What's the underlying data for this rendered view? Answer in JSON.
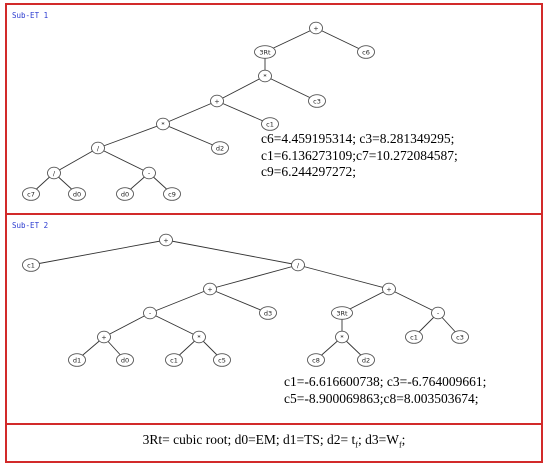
{
  "panel1": {
    "title": "Sub-ET 1",
    "nodes": [
      {
        "id": "a1",
        "label": "+"
      },
      {
        "id": "a2",
        "label": "3Rt"
      },
      {
        "id": "a3",
        "label": "c6"
      },
      {
        "id": "a4",
        "label": "*"
      },
      {
        "id": "a5",
        "label": "+"
      },
      {
        "id": "a6",
        "label": "c3"
      },
      {
        "id": "a7",
        "label": "*"
      },
      {
        "id": "a8",
        "label": "c1"
      },
      {
        "id": "a9",
        "label": "/"
      },
      {
        "id": "a10",
        "label": "d2"
      },
      {
        "id": "a11",
        "label": "/"
      },
      {
        "id": "a12",
        "label": "-"
      },
      {
        "id": "a13",
        "label": "c7"
      },
      {
        "id": "a14",
        "label": "d0"
      },
      {
        "id": "a15",
        "label": "d0"
      },
      {
        "id": "a16",
        "label": "c9"
      }
    ],
    "edges": [
      [
        "a1",
        "a2"
      ],
      [
        "a1",
        "a3"
      ],
      [
        "a2",
        "a4"
      ],
      [
        "a4",
        "a5"
      ],
      [
        "a4",
        "a6"
      ],
      [
        "a5",
        "a7"
      ],
      [
        "a5",
        "a8"
      ],
      [
        "a7",
        "a9"
      ],
      [
        "a7",
        "a10"
      ],
      [
        "a9",
        "a11"
      ],
      [
        "a9",
        "a12"
      ],
      [
        "a11",
        "a13"
      ],
      [
        "a11",
        "a14"
      ],
      [
        "a12",
        "a15"
      ],
      [
        "a12",
        "a16"
      ]
    ],
    "constants": [
      "c6=4.459195314; c3=8.281349295;",
      "c1=6.136273109;c7=10.272084587;",
      "c9=6.244297272;"
    ]
  },
  "panel2": {
    "title": "Sub-ET 2",
    "nodes": [
      {
        "id": "b1",
        "label": "+"
      },
      {
        "id": "b2",
        "label": "c1"
      },
      {
        "id": "b3",
        "label": "/"
      },
      {
        "id": "b4",
        "label": "+"
      },
      {
        "id": "b5",
        "label": "+"
      },
      {
        "id": "b6",
        "label": "-"
      },
      {
        "id": "b7",
        "label": "d3"
      },
      {
        "id": "b8",
        "label": "3Rt"
      },
      {
        "id": "b9",
        "label": "-"
      },
      {
        "id": "b10",
        "label": "+"
      },
      {
        "id": "b11",
        "label": "*"
      },
      {
        "id": "b12",
        "label": "*"
      },
      {
        "id": "b13",
        "label": "c1"
      },
      {
        "id": "b14",
        "label": "c3"
      },
      {
        "id": "b15",
        "label": "d1"
      },
      {
        "id": "b16",
        "label": "d0"
      },
      {
        "id": "b17",
        "label": "c1"
      },
      {
        "id": "b18",
        "label": "c5"
      },
      {
        "id": "b19",
        "label": "c8"
      },
      {
        "id": "b20",
        "label": "d2"
      }
    ],
    "edges": [
      [
        "b1",
        "b2"
      ],
      [
        "b1",
        "b3"
      ],
      [
        "b3",
        "b4"
      ],
      [
        "b3",
        "b5"
      ],
      [
        "b4",
        "b6"
      ],
      [
        "b4",
        "b7"
      ],
      [
        "b5",
        "b8"
      ],
      [
        "b5",
        "b9"
      ],
      [
        "b6",
        "b10"
      ],
      [
        "b6",
        "b11"
      ],
      [
        "b8",
        "b12"
      ],
      [
        "b9",
        "b13"
      ],
      [
        "b9",
        "b14"
      ],
      [
        "b10",
        "b15"
      ],
      [
        "b10",
        "b16"
      ],
      [
        "b11",
        "b17"
      ],
      [
        "b11",
        "b18"
      ],
      [
        "b12",
        "b19"
      ],
      [
        "b12",
        "b20"
      ]
    ],
    "constants": [
      "c1=-6.616600738; c3=-6.764009661;",
      "c5=-8.900069863;c8=8.003503674;"
    ]
  },
  "legend": {
    "parts": [
      {
        "text": "3Rt= cubic root; d0=EM;  d1=TS; d2= t",
        "sub": "f"
      },
      {
        "text": "; d3=W",
        "sub": "f"
      },
      {
        "text": ";"
      }
    ]
  }
}
